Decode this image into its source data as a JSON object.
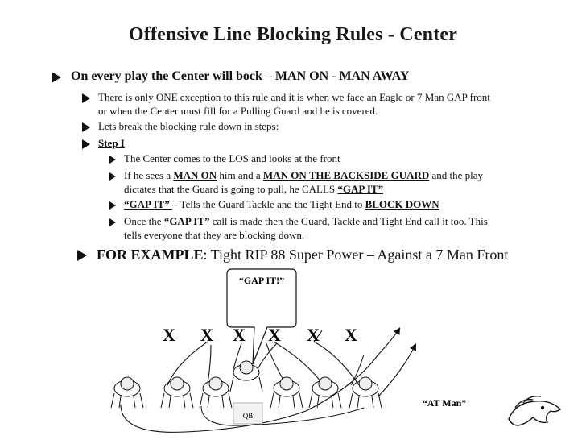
{
  "title": "Offensive Line Blocking Rules - Center",
  "main_rule": "On every play the Center will bock – MAN ON - MAN AWAY",
  "exception_line1": "There is only ONE exception to this rule and it is when we face an Eagle or 7 Man GAP front",
  "exception_line2": "or when the Center must fill for a Pulling Guard and he is covered.",
  "steps_intro": "Lets break the blocking rule down in steps:",
  "step_label": "Step I",
  "sub1": "The Center comes to the LOS and looks at the front",
  "sub2_a": "If he sees a ",
  "sub2_b": "MAN ON",
  "sub2_c": " him and a ",
  "sub2_d": "MAN ON THE BACKSIDE GUARD",
  "sub2_e": " and the play",
  "sub2_line2_a": "dictates that the Guard is going to pull, he CALLS ",
  "sub2_line2_b": "“GAP IT”",
  "sub3_a": "“GAP IT” ",
  "sub3_b": "– Tells the Guard Tackle and the Tight End to ",
  "sub3_c": "BLOCK DOWN",
  "sub4_a": "Once the ",
  "sub4_b": "“GAP IT”",
  "sub4_c": "  call is made then the Guard, Tackle and Tight End call it too.  This",
  "sub4_line2": "tells everyone that they are blocking down.",
  "example_label": "FOR EXAMPLE",
  "example_text": ": Tight RIP 88 Super Power – Against a 7 Man Front",
  "callout": "“GAP IT!”",
  "defenders": [
    "X",
    "X",
    "X",
    "X",
    "X",
    "X"
  ],
  "at_man": "“AT Man”",
  "qb": "QB"
}
